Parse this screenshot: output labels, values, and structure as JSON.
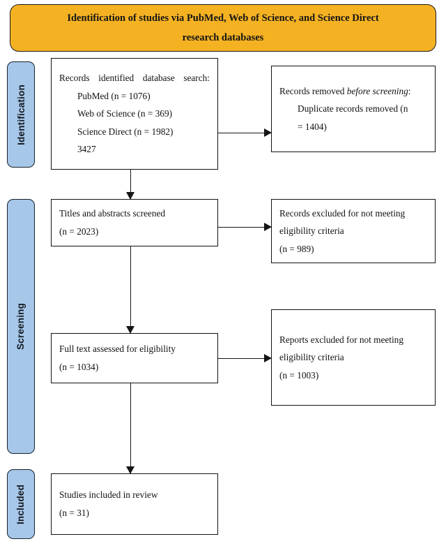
{
  "header": {
    "line1": "Identification of studies via PubMed, Web of Science, and Science Direct",
    "line2": "research databases",
    "background_color": "#f4b223"
  },
  "stages": {
    "identification": "Identification",
    "screening": "Screening",
    "included": "Included",
    "background_color": "#a7c7e9"
  },
  "chart_data": {
    "type": "diagram",
    "title": "PRISMA flow diagram",
    "nodes": [
      {
        "id": "records-identified",
        "stage": "Identification",
        "heading": "Records identified database search:",
        "items": [
          {
            "label": "PubMed",
            "n": 1076,
            "text": "PubMed (n = 1076)"
          },
          {
            "label": "Web of Science",
            "n": 369,
            "text": "Web of Science (n = 369)"
          },
          {
            "label": "Science Direct",
            "n": 1982,
            "text": "Science Direct (n = 1982)"
          }
        ],
        "total": "3427"
      },
      {
        "id": "records-removed",
        "stage": "Identification",
        "heading_pre": "Records removed ",
        "heading_italic": "before screening",
        "heading_post": ":",
        "line2": "Duplicate records removed (n",
        "line3": "= 1404)",
        "n": 1404
      },
      {
        "id": "titles-screened",
        "stage": "Screening",
        "line1": "Titles and abstracts screened",
        "line2": "(n = 2023)",
        "n": 2023
      },
      {
        "id": "records-excluded",
        "stage": "Screening",
        "line1": "Records excluded for not meeting",
        "line2": "eligibility criteria",
        "line3": "(n = 989)",
        "n": 989
      },
      {
        "id": "fulltext-assessed",
        "stage": "Screening",
        "line1": "Full text assessed for eligibility",
        "line2": "(n = 1034)",
        "n": 1034
      },
      {
        "id": "reports-excluded",
        "stage": "Screening",
        "line1": "Reports excluded for not meeting",
        "line2": "eligibility criteria",
        "line3": "(n = 1003)",
        "n": 1003
      },
      {
        "id": "studies-included",
        "stage": "Included",
        "line1": "Studies included in review",
        "line2": "(n = 31)",
        "n": 31
      }
    ],
    "edges": [
      {
        "from": "records-identified",
        "to": "records-removed",
        "direction": "right"
      },
      {
        "from": "records-identified",
        "to": "titles-screened",
        "direction": "down"
      },
      {
        "from": "titles-screened",
        "to": "records-excluded",
        "direction": "right"
      },
      {
        "from": "titles-screened",
        "to": "fulltext-assessed",
        "direction": "down"
      },
      {
        "from": "fulltext-assessed",
        "to": "reports-excluded",
        "direction": "right"
      },
      {
        "from": "fulltext-assessed",
        "to": "studies-included",
        "direction": "down"
      }
    ]
  }
}
